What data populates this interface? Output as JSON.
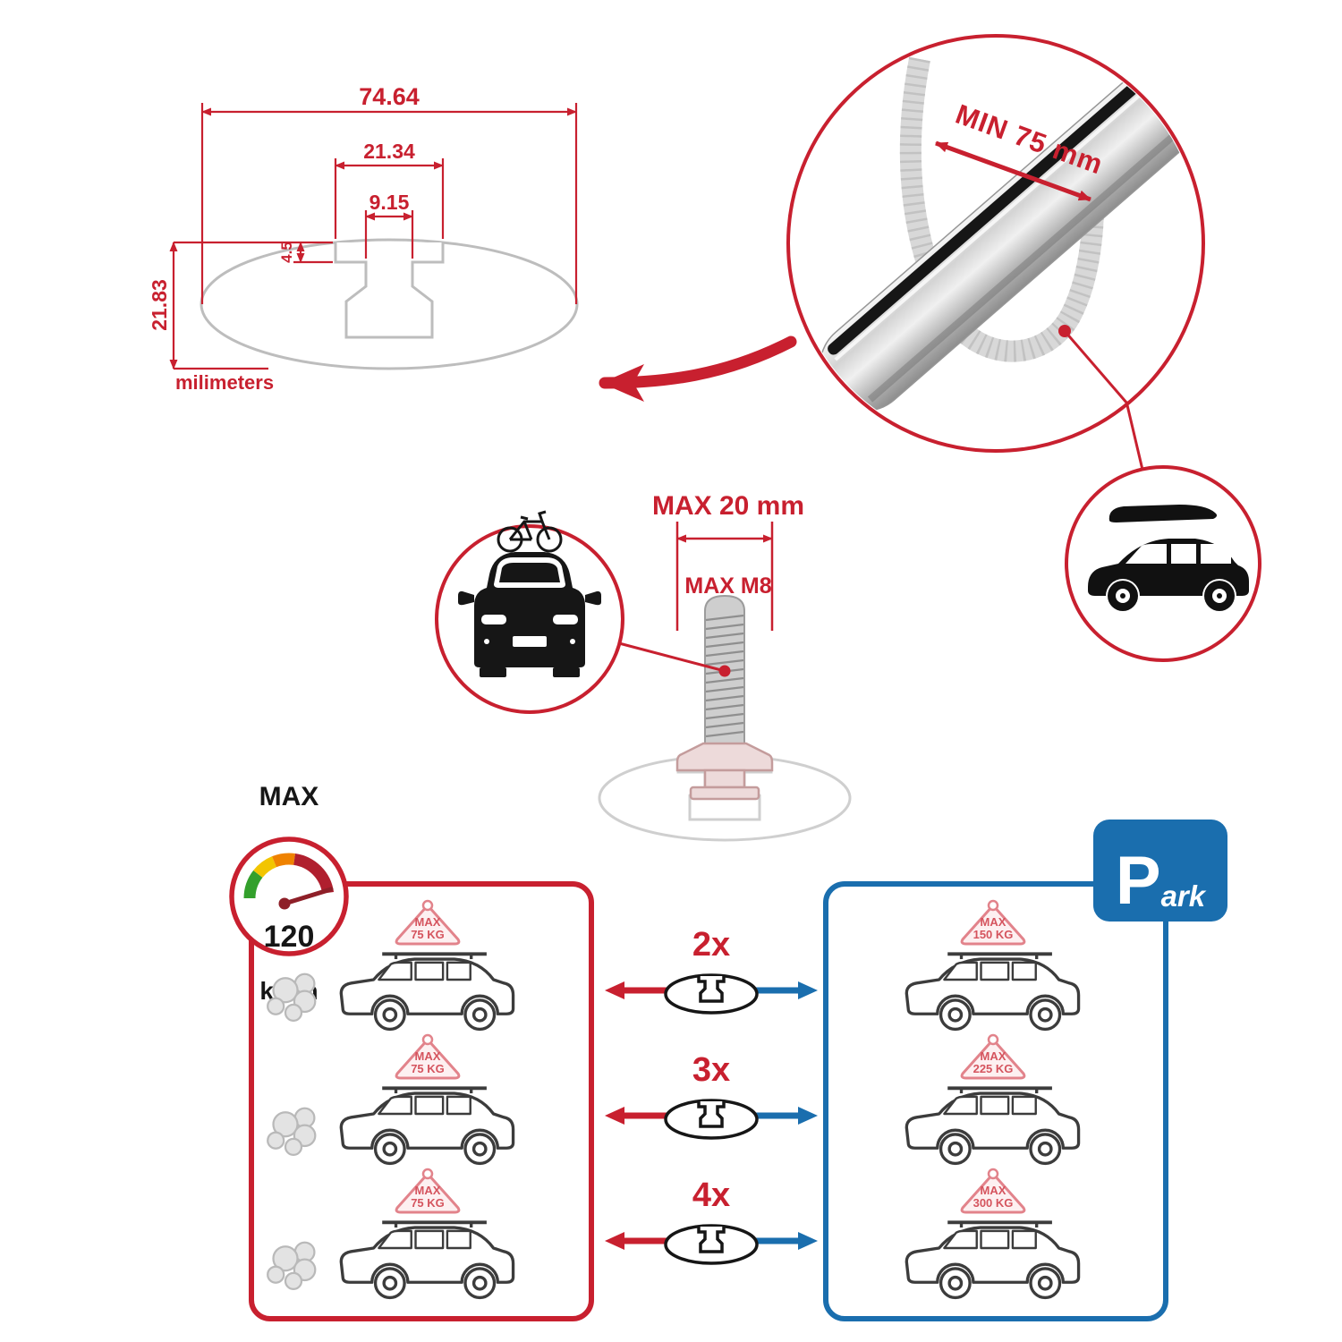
{
  "colors": {
    "accent_red": "#c8202f",
    "accent_blue": "#1a6eae",
    "metal_gray": "#cfcfcf",
    "ink": "#161616"
  },
  "cross_section": {
    "total_width": "74.64",
    "slot_width": "21.34",
    "channel_width": "9.15",
    "recess_depth": "4.5",
    "total_height": "21.83",
    "units_label": "milimeters"
  },
  "bar_detail": {
    "min_span_label": "MIN 75 mm"
  },
  "bolt": {
    "max_width_label": "MAX 20 mm",
    "max_thread_label": "MAX M8"
  },
  "speed_limit": {
    "title": "MAX",
    "value": "120",
    "units": "km/h"
  },
  "park_sign": {
    "letter": "P",
    "suffix": "ark"
  },
  "driving_panel": {
    "cars": [
      {
        "badge_title": "MAX",
        "badge_load": "75 KG"
      },
      {
        "badge_title": "MAX",
        "badge_load": "75 KG"
      },
      {
        "badge_title": "MAX",
        "badge_load": "75 KG"
      }
    ]
  },
  "parked_panel": {
    "cars": [
      {
        "badge_title": "MAX",
        "badge_load": "150 KG"
      },
      {
        "badge_title": "MAX",
        "badge_load": "225 KG"
      },
      {
        "badge_title": "MAX",
        "badge_load": "300 KG"
      }
    ]
  },
  "bar_quantities": [
    {
      "label": "2x"
    },
    {
      "label": "3x"
    },
    {
      "label": "4x"
    }
  ]
}
